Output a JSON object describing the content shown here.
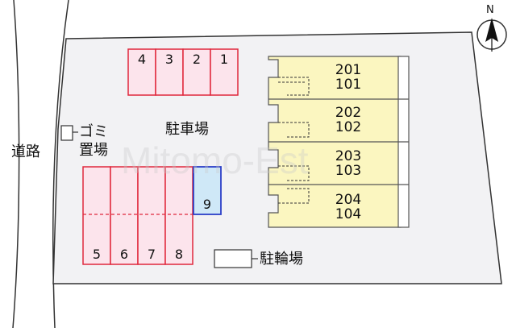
{
  "map": {
    "north_label": "N",
    "road_label": "道路",
    "garbage_label_1": "ゴミ",
    "garbage_label_2": "置場",
    "parking_label": "駐車場",
    "bike_label": "駐輪場",
    "watermark": "Mitomo-Est",
    "parking_top": [
      "4",
      "3",
      "2",
      "1"
    ],
    "parking_bottom": [
      "5",
      "6",
      "7",
      "8"
    ],
    "parking_highlight": "9",
    "units": [
      {
        "upper": "201",
        "lower": "101"
      },
      {
        "upper": "202",
        "lower": "102"
      },
      {
        "upper": "203",
        "lower": "103"
      },
      {
        "upper": "204",
        "lower": "104"
      }
    ],
    "colors": {
      "lot": "#f2f2f4",
      "parking_fill": "#fce4ec",
      "parking_stroke": "#e0283c",
      "highlight_fill": "#cfe8f7",
      "highlight_stroke": "#2b3fc8",
      "building_fill": "#fbf6c0"
    }
  }
}
